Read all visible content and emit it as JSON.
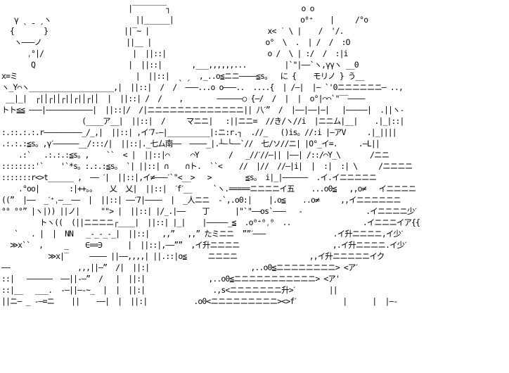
{
  "ascii_art": {
    "lines": [
      "                              |‾‾‾‾‾‾‾‾┐                               o o",
      "   γ ˎ ˍ ˏヽ                    ||______|                              o⁰⁺    |     /°o",
      "  {       }                  ||‾~ |                            x< ˙ \\ |    /  '/.",
      "   ヽ———ノ                    ||__ |                           o°  \\  .  | /  /  :O",
      "      ˌ°|/                     |  ||::|                        o /  \\ | :/  /  :|i",
      "       Q                      |  ||::|       ,___,,,,,,...         |`\"|——`ヽ,γγヽ __0",
      "x=ミ                            |  ||::|  ˎ ˏ  ,_..o≦ニニ————≦s。  に {    モリノ } う__",
      "ヽ_Y⌒ヽ____________________,|  ||::|  /  /  ———...o o———..  ....{  | /—|  |— `'0ニニニニニニ— ..,",
      " __|_|  ┌|│┌|│┌|│┌|│┌|│  |  ||::| /  /    ,        ——————○ {—/  /  |  |  o°|⌒⌒`\"‾‾————",
      "トト≦≦ ———|———————————|  ||::|/  /|ニニニニニニニニニニニニニ|| 八ˊ”  /  |——|——|—|   |—————|  .||ヽ-",
      "                   (____ア__|  ||::|  /     マニニ|   :||ニニ=  //き/ヽ//i  |ニニム|__|    .|_|::|",
      ":.::.:.:.r—————————_/_,|  ||::| ,イˊ7-—|__________|:ニ:r.┐  .//_   ()is。//:i |—アV     .|_||||",
      ".:.:.:≦s。,γˊ——————__/:::/|  ||::|._七ム南——  ————_|.┴—└——`//  七/ソ//ニ| |O°_イ=.     .—L||",
      "    .:`   .:.:.:≦s。,    ``  < |  ||::|⌒     ⌒Y       /   _//ˊ//—|| |——| /::/⌒Y_\\       /ニニ",
      "::::::::'`    '`*s。:.:.:≦s。 `| ||::| ∩    ∩ト.  ``<    //  |//  //—|i|  |  :|  :| \\     /ニニニニ",
      ":::::::r<>t______ ,  —— ˊ|  ||::|,イ≠———ˊ`\"<__>   >        ≦s。 i|_|——————  .イ.イニニニニニ",
      "    .°oo|       :|++。。   乂  乂|  ||::|  ˊfˊ__     `ヽ.=====ニニニニイ五    ...o0≦   ,,o≠   イニニニニ",
      "((”  |——  _ˊ⁺ˌ—__——  |  ||::| ——ˊ7|————  |  _人ニニ  -`,.o0:|    |.o≦    ..o≠     ,,イニニニニニニ",
      "°° °°” |ヽ|)) ||ノ|     \"\"> |  ||::| |/_.|——    丁      |\"`\"——os`———   -               .イニニニニ少ˊ",
      "         トヽ((  (||ニニニニ┌____|  ||::| |_|    |—————_≦  .o⁰⁺⁰ˌ⁰  ..                 .イニニニイア{{",
      "   `   . |  |  NN   _-_-_-_|  ||::|   ,,”   ,,” たミニニ  ””ˊ———                .イ升ニニニニ,イ少ˊ",
      "  ≫x``  ,     _    ∈==∋      |  ||::|,——””  ,イ升ニニニニ                      ,.イ升ニニニニ.イ少ˊ",
      "           ≫x|‾     ———— ||——,,,,| ||.::|o≦     ニニニニ                 ,,イ升ニニニニニイク",
      "——                ,,,||—”  /|  ||:|                        ,..o0≦ニニニニニニニニ> <アˊ",
      "::|   ——————  ——||-—”  /   |  ||:|               ,..o0≦ニニニニニニニニニニニ> <ア'",
      "::|__   ___.  -—||—-~_  |  |  ||:|                .,s<ニニニニニニニ升>ˊ        ||",
      "||ニ— _ -—=ニ    ||    ——|  |  ||:|           .o0<ニニニニニニニニニ><>fˊ           |      |  |—-"
    ]
  }
}
